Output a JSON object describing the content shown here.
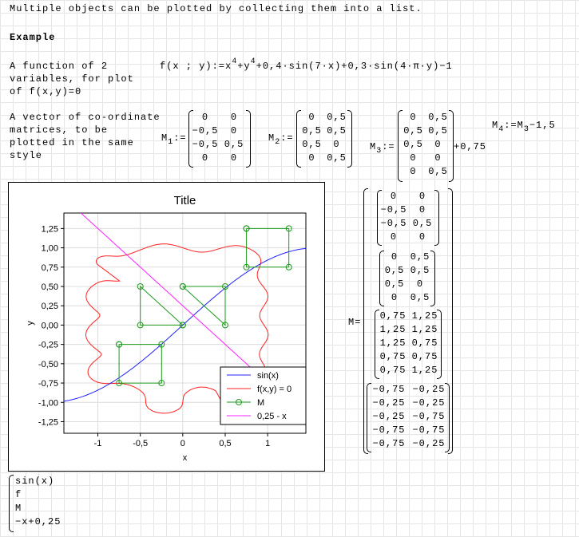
{
  "intro": "Multiple objects can be plotted by collecting them into a list.",
  "example_label": "Example",
  "func_desc": [
    "A function of 2",
    "variables, for plot",
    "of f(x,y)=0"
  ],
  "func_def": {
    "lhs": "f(x ; y):=",
    "t1": "x",
    "e1": "4",
    "t2": "+y",
    "e2": "4",
    "t3": "+0,4·sin(7·x)+0,3·sin(4·π·y)−1"
  },
  "vec_desc": [
    "A vector of co-ordinate",
    "matrices, to be",
    "plotted in the same",
    "style"
  ],
  "m1": {
    "name": "M",
    "sub": "1",
    "assign": ":=",
    "rows": [
      [
        "0",
        "0"
      ],
      [
        "−0,5",
        "0"
      ],
      [
        "−0,5",
        "0,5"
      ],
      [
        "0",
        "0"
      ]
    ]
  },
  "m2": {
    "name": "M",
    "sub": "2",
    "assign": ":=",
    "rows": [
      [
        "0",
        "0,5"
      ],
      [
        "0,5",
        "0,5"
      ],
      [
        "0,5",
        "0"
      ],
      [
        "0",
        "0,5"
      ]
    ]
  },
  "m3": {
    "name": "M",
    "sub": "3",
    "assign": ":=",
    "rows": [
      [
        "0",
        "0,5"
      ],
      [
        "0,5",
        "0,5"
      ],
      [
        "0,5",
        "0"
      ],
      [
        "0",
        "0"
      ],
      [
        "0",
        "0,5"
      ]
    ],
    "suffix": "+0,75"
  },
  "m4": {
    "name": "M",
    "sub": "4",
    "assign": ":=",
    "rhs_name": "M",
    "rhs_sub": "3",
    "rhs_tail": "−1,5"
  },
  "m_result": {
    "label": "M=",
    "blocks": [
      [
        [
          "0",
          "0"
        ],
        [
          "−0,5",
          "0"
        ],
        [
          "−0,5",
          "0,5"
        ],
        [
          "0",
          "0"
        ]
      ],
      [
        [
          "0",
          "0,5"
        ],
        [
          "0,5",
          "0,5"
        ],
        [
          "0,5",
          "0"
        ],
        [
          "0",
          "0,5"
        ]
      ],
      [
        [
          "0,75",
          "1,25"
        ],
        [
          "1,25",
          "1,25"
        ],
        [
          "1,25",
          "0,75"
        ],
        [
          "0,75",
          "0,75"
        ],
        [
          "0,75",
          "1,25"
        ]
      ],
      [
        [
          "−0,75",
          "−0,25"
        ],
        [
          "−0,25",
          "−0,25"
        ],
        [
          "−0,25",
          "−0,75"
        ],
        [
          "−0,75",
          "−0,75"
        ],
        [
          "−0,75",
          "−0,25"
        ]
      ]
    ]
  },
  "list_items": [
    "sin(x)",
    "f",
    "M",
    "−x+0,25"
  ],
  "chart_data": {
    "type": "line",
    "title": "Title",
    "xlabel": "x",
    "ylabel": "y",
    "xlim": [
      -1.4,
      1.45
    ],
    "ylim": [
      -1.4,
      1.45
    ],
    "x_ticks": [
      -1,
      -0.5,
      0,
      0.5,
      1
    ],
    "x_tick_labels": [
      "-1",
      "-0,5",
      "0",
      "0,5",
      "1"
    ],
    "y_ticks": [
      1.25,
      1,
      0.75,
      0.5,
      0.25,
      0,
      -0.25,
      -0.5,
      -0.75,
      -1,
      -1.25
    ],
    "y_tick_labels": [
      "1,25",
      "1,00",
      "0,75",
      "0,50",
      "0,25",
      "0,00",
      "-0,25",
      "-0,50",
      "-0,75",
      "-1,00",
      "-1,25"
    ],
    "grid": true,
    "legend_position": "bottom-right",
    "series": [
      {
        "name": "sin(x)",
        "color": "#2020ff",
        "kind": "function",
        "expr": "sin(x)"
      },
      {
        "name": "f(x,y) = 0",
        "color": "#ff2020",
        "kind": "implicit",
        "expr": "x^4+y^4+0.4*sin(7x)+0.3*sin(4*pi*y)-1=0"
      },
      {
        "name": "M",
        "color": "#1a9a1a",
        "kind": "polylines",
        "marker": "circle",
        "polylines": [
          [
            [
              0,
              0
            ],
            [
              -0.5,
              0
            ],
            [
              -0.5,
              0.5
            ],
            [
              0,
              0
            ]
          ],
          [
            [
              0,
              0.5
            ],
            [
              0.5,
              0.5
            ],
            [
              0.5,
              0
            ],
            [
              0,
              0.5
            ]
          ],
          [
            [
              0.75,
              1.25
            ],
            [
              1.25,
              1.25
            ],
            [
              1.25,
              0.75
            ],
            [
              0.75,
              0.75
            ],
            [
              0.75,
              1.25
            ]
          ],
          [
            [
              -0.75,
              -0.25
            ],
            [
              -0.25,
              -0.25
            ],
            [
              -0.25,
              -0.75
            ],
            [
              -0.75,
              -0.75
            ],
            [
              -0.75,
              -0.25
            ]
          ]
        ]
      },
      {
        "name": "0,25 - x",
        "color": "#ff20ff",
        "kind": "function",
        "expr": "0.25-x"
      }
    ]
  }
}
